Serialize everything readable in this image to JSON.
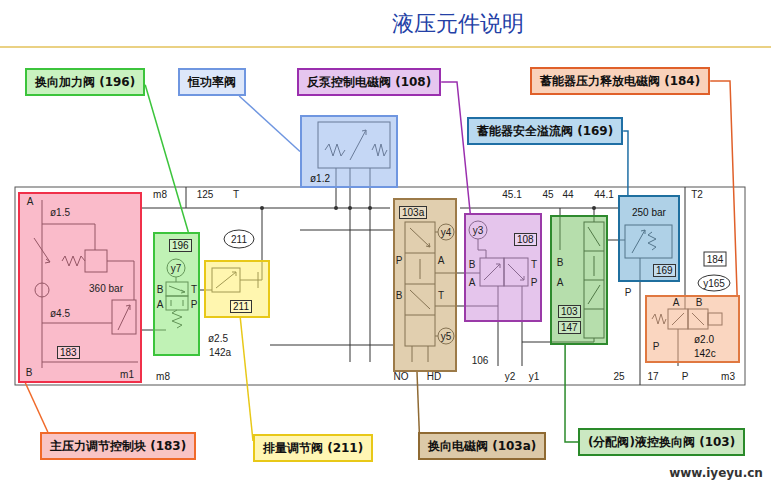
{
  "diagram": {
    "title": "液压元件说明",
    "nodes": [
      {
        "text": [
          "换向加力阀 (196)"
        ]
      },
      {
        "text": [
          "恒功率阀"
        ]
      },
      {
        "text": [
          "反泵控制电磁阀 (108)"
        ]
      },
      {
        "text": [
          "蓄能器压力释放电磁阀 (184)"
        ]
      },
      {
        "text": [
          "蓄能器安全溢流阀 (169)"
        ]
      },
      {
        "text": [
          "主压力调节控制块 (183)"
        ]
      },
      {
        "text": [
          "排量调节阀 (211)"
        ]
      },
      {
        "text": [
          "换向电磁阀 (103a)"
        ]
      },
      {
        "text": [
          "(分配阀)液控换向阀 (103)"
        ]
      },
      {
        "text": [
          "183"
        ]
      },
      {
        "text": [
          "196"
        ]
      },
      {
        "text": [
          "ø1.2"
        ]
      },
      {
        "text": [
          "211"
        ]
      },
      {
        "text": [
          "103a"
        ]
      },
      {
        "text": [
          "108"
        ]
      },
      {
        "text": [
          "103",
          "147"
        ]
      },
      {
        "text": [
          "250 bar",
          "169"
        ]
      },
      {
        "text": [
          "ø2.0",
          "142c"
        ]
      }
    ],
    "edges": [
      {
        "from": 0,
        "to": 10,
        "arrow": "none"
      },
      {
        "from": 1,
        "to": 11,
        "arrow": "none"
      },
      {
        "from": 2,
        "to": 14,
        "arrow": "none"
      },
      {
        "from": 3,
        "to": 17,
        "arrow": "none"
      },
      {
        "from": 4,
        "to": 16,
        "arrow": "none"
      },
      {
        "from": 5,
        "to": 9,
        "arrow": "none"
      },
      {
        "from": 6,
        "to": 12,
        "arrow": "none"
      },
      {
        "from": 7,
        "to": 13,
        "arrow": "none"
      },
      {
        "from": 8,
        "to": 15,
        "arrow": "none"
      }
    ],
    "labels": [
      "m8",
      "125",
      "T",
      "45.1",
      "45",
      "44",
      "44.1",
      "T2",
      "A",
      "ø1.5",
      "360 bar",
      "ø4.5",
      "B",
      "m1",
      "m8",
      "y7",
      "B",
      "T",
      "A",
      "P",
      "211",
      "ø2.5",
      "142a",
      "P",
      "A",
      "B",
      "T",
      "y4",
      "y5",
      "NO",
      "HD",
      "y3",
      "B",
      "T",
      "A",
      "P",
      "106",
      "y2",
      "y1",
      "B",
      "A",
      "P",
      "184",
      "y165",
      "A",
      "B",
      "P",
      "25",
      "17",
      "P",
      "m3",
      "www.iyeyu.cn"
    ]
  }
}
